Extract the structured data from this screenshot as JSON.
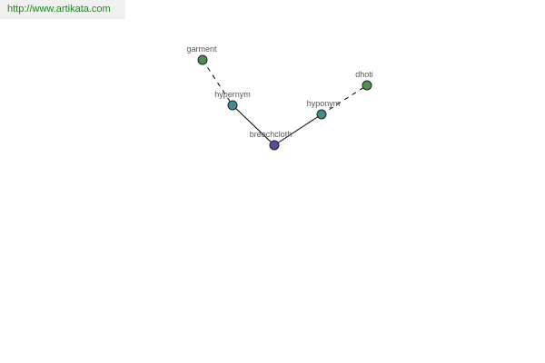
{
  "banner": {
    "url": "http://www.artikata.com"
  },
  "colors": {
    "banner_text": "#1a8a1a",
    "banner_bg": "#f0f0f0",
    "edge": "#000000",
    "label": "#555555",
    "node_stroke": "#222222",
    "node_green": "#4f8f4f",
    "node_teal": "#3f8f8f",
    "node_blue": "#4f4f9f"
  },
  "graph": {
    "nodes": [
      {
        "id": "garment",
        "label": "garment",
        "color": "#4f8f4f"
      },
      {
        "id": "hypernym",
        "label": "hypernym",
        "color": "#3f8f8f"
      },
      {
        "id": "breechcloth",
        "label": "breechcloth",
        "color": "#4f4f9f"
      },
      {
        "id": "hyponym",
        "label": "hyponym",
        "color": "#3f8f8f"
      },
      {
        "id": "dhoti",
        "label": "dhoti",
        "color": "#4f8f4f"
      }
    ],
    "edges": [
      {
        "from": "garment",
        "to": "hypernym",
        "style": "dashed"
      },
      {
        "from": "hypernym",
        "to": "breechcloth",
        "style": "solid"
      },
      {
        "from": "breechcloth",
        "to": "hyponym",
        "style": "solid"
      },
      {
        "from": "hyponym",
        "to": "dhoti",
        "style": "dashed"
      }
    ]
  }
}
